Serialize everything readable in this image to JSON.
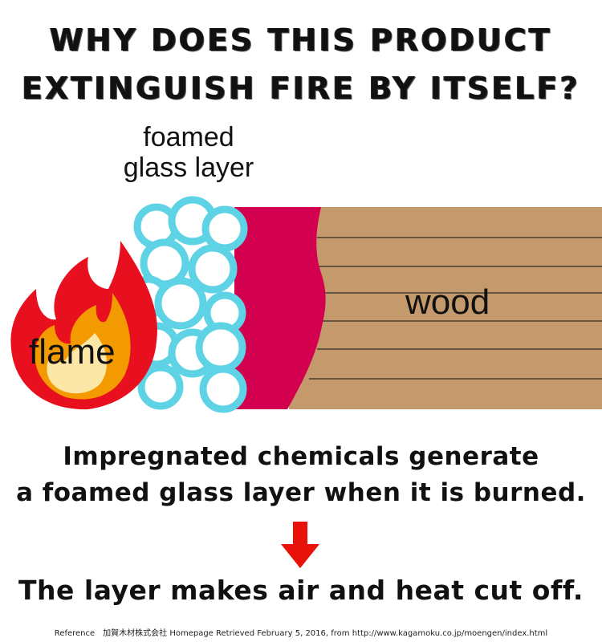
{
  "title": {
    "line1": "Why does this product",
    "line2": "extinguish fire by itself?"
  },
  "labels": {
    "glass_line1": "foamed",
    "glass_line2": "glass layer",
    "wood": "wood",
    "flame": "flame"
  },
  "description": {
    "line1": "Impregnated chemicals generate",
    "line2": "a foamed glass layer when it is burned."
  },
  "conclusion": "The layer makes air and heat cut off.",
  "reference": "Reference　加賀木材株式会社 Homepage Retrieved February 5, 2016, from http://www.kagamoku.co.jp/moengen/index.html",
  "colors": {
    "wood": "#c49a6c",
    "wood_lines": "#2a2a2a",
    "char_layer": "#d3004f",
    "flame_outer": "#e8101e",
    "flame_mid": "#f39a00",
    "flame_inner": "#fde7a6",
    "bubble_ring": "#5ed3e6",
    "arrow": "#e8120a"
  }
}
